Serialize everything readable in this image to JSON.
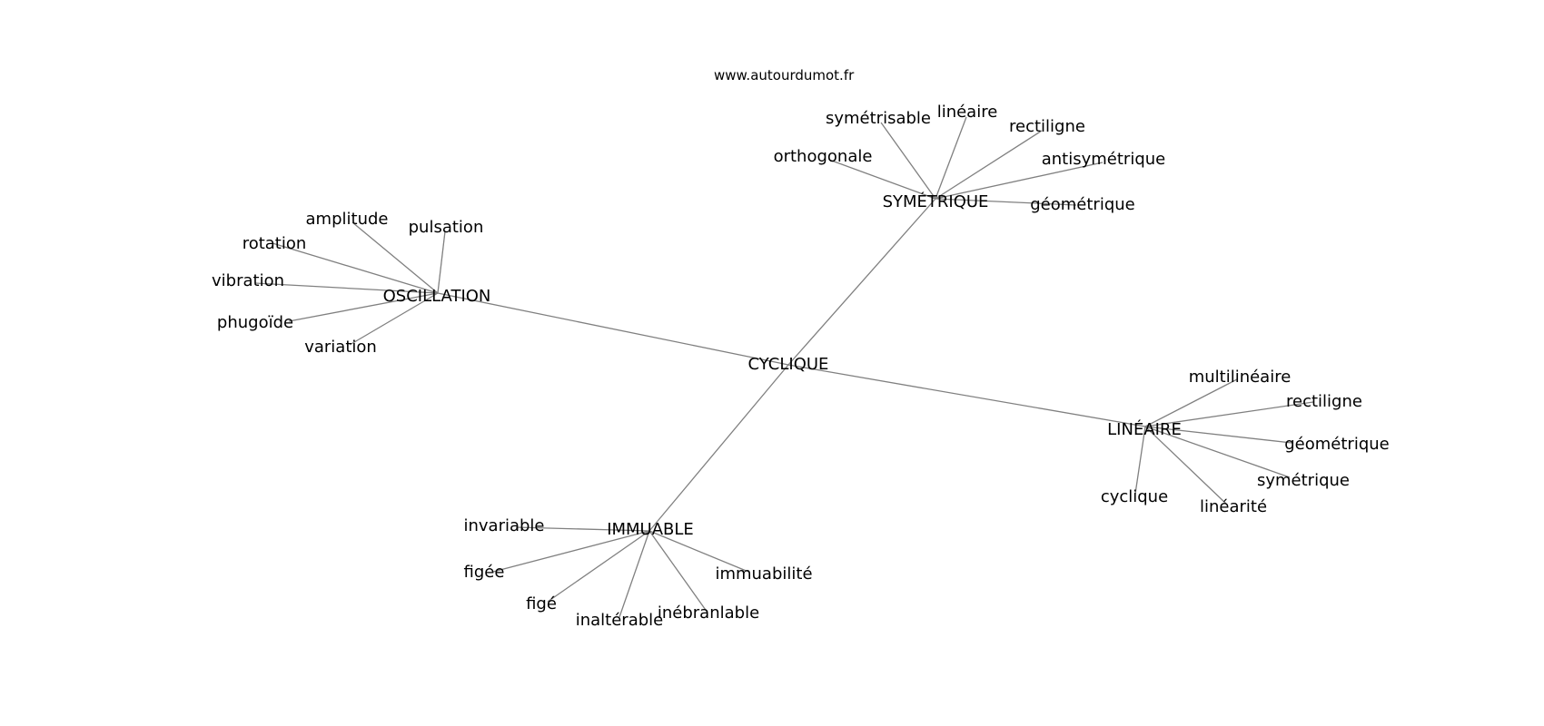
{
  "site": "www.autourdumot.fr",
  "graph": {
    "center": "CYCLIQUE",
    "branches": [
      {
        "label": "SYMÉTRIQUE",
        "children": [
          "symétrisable",
          "linéaire",
          "rectiligne",
          "antisymétrique",
          "géométrique",
          "orthogonale"
        ]
      },
      {
        "label": "OSCILLATION",
        "children": [
          "amplitude",
          "pulsation",
          "rotation",
          "vibration",
          "phugoïde",
          "variation"
        ]
      },
      {
        "label": "LINÉAIRE",
        "children": [
          "multilinéaire",
          "rectiligne",
          "géométrique",
          "symétrique",
          "linéarité",
          "cyclique"
        ]
      },
      {
        "label": "IMMUABLE",
        "children": [
          "invariable",
          "figée",
          "figé",
          "inaltérable",
          "inébranlable",
          "immuabilité"
        ]
      }
    ]
  }
}
